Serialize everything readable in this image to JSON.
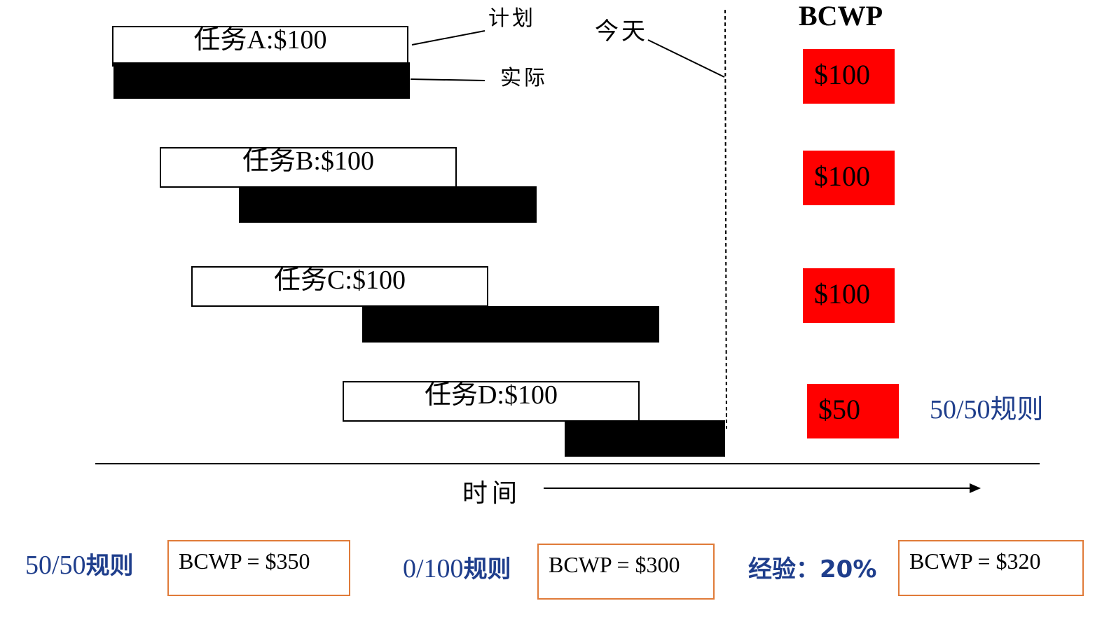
{
  "tasks": [
    {
      "id": "a",
      "label": "任务A:$100",
      "bcwp": "$100"
    },
    {
      "id": "b",
      "label": "任务B:$100",
      "bcwp": "$100"
    },
    {
      "id": "c",
      "label": "任务C:$100",
      "bcwp": "$100"
    },
    {
      "id": "d",
      "label": "任务D:$100",
      "bcwp": "$50"
    }
  ],
  "callouts": {
    "plan": "计划",
    "actual": "实际",
    "today": "今天"
  },
  "bcwp_header": "BCWP",
  "d_rule_note": "50/50规则",
  "time_axis_label": "时间",
  "summary": [
    {
      "rule_number": "50/50",
      "rule_text": "规则",
      "result": "BCWP = $350"
    },
    {
      "rule_number": "0/100",
      "rule_text": "规则",
      "result": "BCWP = $300"
    },
    {
      "rule_text": "经验：",
      "rule_number": "20%",
      "result": "BCWP = $320"
    }
  ],
  "colors": {
    "bcwp_box": "#ff0000",
    "rule_text": "#1f3e8c",
    "result_border": "#e07b39"
  }
}
